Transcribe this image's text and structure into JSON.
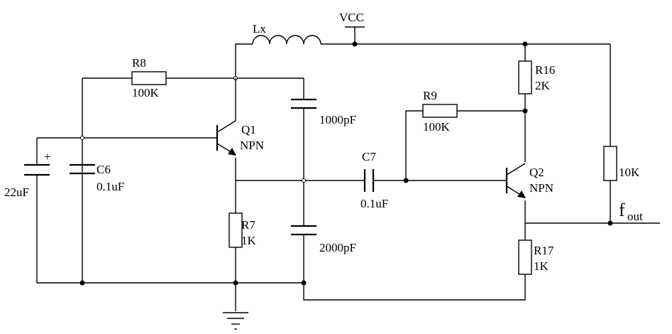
{
  "components": {
    "lx": {
      "label": "Lx"
    },
    "vcc": {
      "label": "VCC"
    },
    "r8": {
      "label": "R8",
      "value": "100K"
    },
    "r16": {
      "label": "R16",
      "value": "2K"
    },
    "r9": {
      "label": "R9",
      "value": "100K"
    },
    "q1": {
      "label": "Q1",
      "type": "NPN"
    },
    "q2": {
      "label": "Q2",
      "type": "NPN"
    },
    "c1000": {
      "value": "1000pF"
    },
    "c2000": {
      "value": "2000pF"
    },
    "c6": {
      "label": "C6",
      "value": "0.1uF"
    },
    "c7": {
      "label": "C7",
      "value": "0.1uF"
    },
    "c22": {
      "value": "22uF",
      "polarity": "+"
    },
    "r7": {
      "label": "R7",
      "value": "1K"
    },
    "r17": {
      "label": "R17",
      "value": "1K"
    },
    "r10k": {
      "value": "10K"
    }
  },
  "output": {
    "main": "f",
    "subscript": "out"
  }
}
